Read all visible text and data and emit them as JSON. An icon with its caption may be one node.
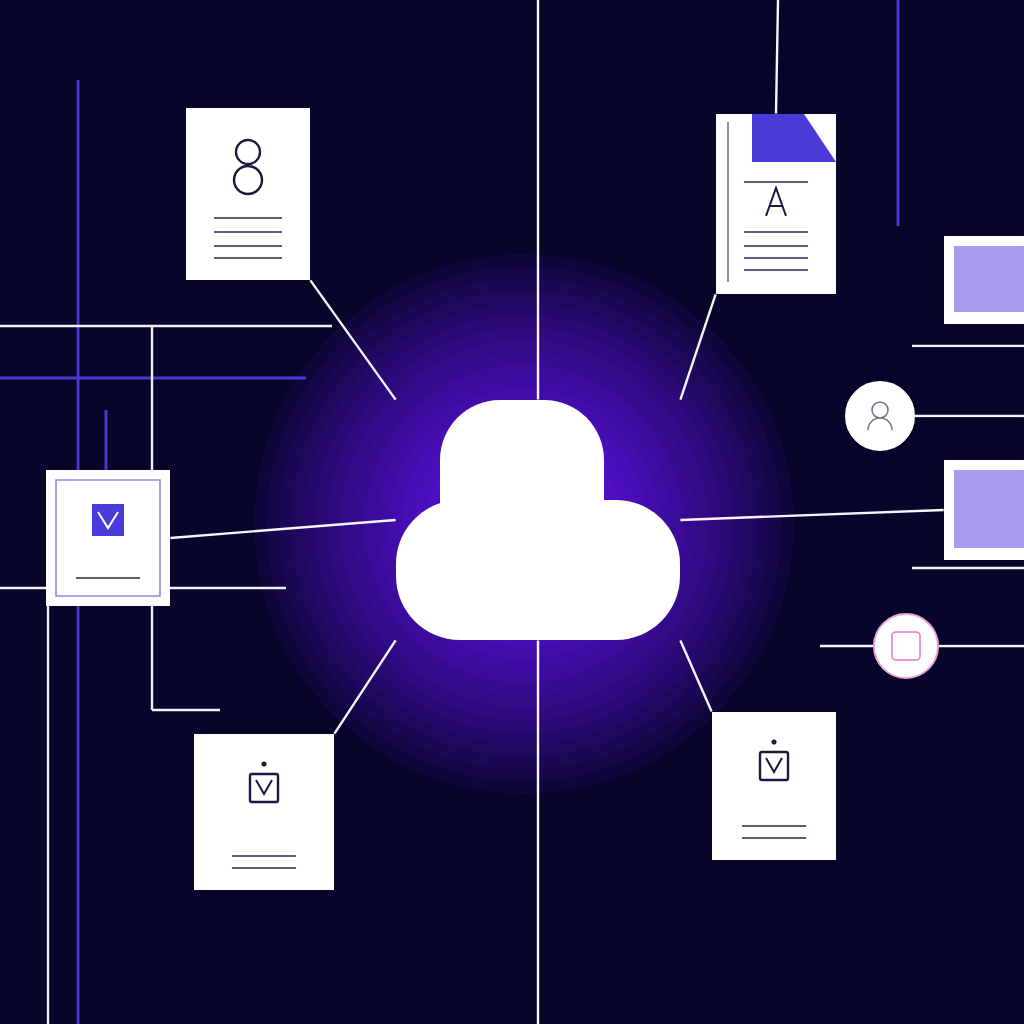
{
  "diagram": {
    "nodes": [
      {
        "text": [],
        "shape": "cloud"
      },
      {
        "text": [],
        "shape": "box"
      },
      {
        "text": [],
        "shape": "box"
      },
      {
        "text": [],
        "shape": "box"
      },
      {
        "text": [],
        "shape": "box"
      },
      {
        "text": [],
        "shape": "box"
      },
      {
        "text": [],
        "shape": "box"
      },
      {
        "text": [],
        "shape": "circle"
      },
      {
        "text": [],
        "shape": "box"
      },
      {
        "text": [],
        "shape": "circle"
      }
    ],
    "edges": [
      {
        "from": 0,
        "to": null,
        "arrow": "none"
      },
      {
        "from": 0,
        "to": 1,
        "arrow": "none"
      },
      {
        "from": 0,
        "to": 2,
        "arrow": "none"
      },
      {
        "from": 0,
        "to": 3,
        "arrow": "none"
      },
      {
        "from": 0,
        "to": 8,
        "arrow": "none"
      },
      {
        "from": 0,
        "to": 4,
        "arrow": "none"
      },
      {
        "from": 0,
        "to": 5,
        "arrow": "none"
      },
      {
        "from": 0,
        "to": null,
        "arrow": "none"
      },
      {
        "from": 2,
        "to": null,
        "arrow": "none"
      },
      {
        "from": 7,
        "to": null,
        "arrow": "none"
      },
      {
        "from": 9,
        "to": null,
        "arrow": "none"
      },
      {
        "from": 9,
        "to": null,
        "arrow": "none"
      }
    ]
  }
}
